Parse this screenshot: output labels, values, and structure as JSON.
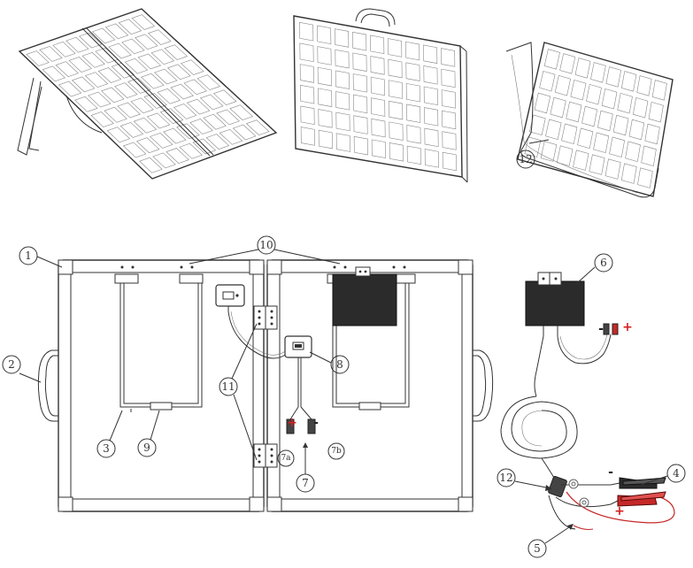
{
  "callouts": [
    {
      "id": "c1",
      "text": "1"
    },
    {
      "id": "c2",
      "text": "2"
    },
    {
      "id": "c3",
      "text": "3"
    },
    {
      "id": "c4",
      "text": "4"
    },
    {
      "id": "c5",
      "text": "5"
    },
    {
      "id": "c6",
      "text": "6"
    },
    {
      "id": "c7",
      "text": "7"
    },
    {
      "id": "c7a",
      "text": "7a"
    },
    {
      "id": "c7b",
      "text": "7b"
    },
    {
      "id": "c8",
      "text": "8"
    },
    {
      "id": "c9",
      "text": "9"
    },
    {
      "id": "c10",
      "text": "10"
    },
    {
      "id": "c11",
      "text": "11"
    },
    {
      "id": "c12a",
      "text": "12"
    },
    {
      "id": "c12b",
      "text": "12"
    }
  ],
  "polarity": {
    "plus": "+",
    "minus": "-"
  }
}
